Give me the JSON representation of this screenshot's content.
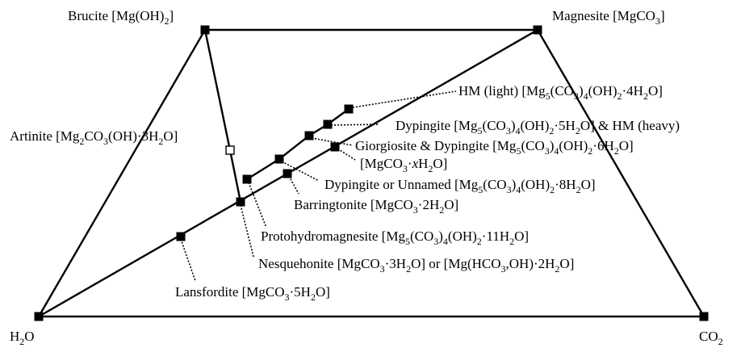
{
  "vertices": {
    "top_left": "Brucite [Mg(OH)₂]",
    "top_right": "Magnesite [MgCO₃]",
    "bottom_left": "H₂O",
    "bottom_right": "CO₂"
  },
  "phases": [
    "HM (light) [Mg₅(CO₃)₄(OH)₂·4H₂O]",
    "Dypingite [Mg₅(CO₃)₄(OH)₂·5H₂O] & HM (heavy)",
    "Giorgiosite & Dypingite [Mg₅(CO₃)₄(OH)₂·6H₂O]",
    "[MgCO₃·xH₂O]",
    "Dypingite or Unnamed [Mg₅(CO₃)₄(OH)₂·8H₂O]",
    "Barringtonite [MgCO₃·2H₂O]",
    "Protohydromagnesite [Mg₅(CO₃)₄(OH)₂·11H₂O]",
    "Nesquehonite [MgCO₃·3H₂O] or [Mg(HCO₃,OH)·2H₂O]",
    "Lansfordite [MgCO₃·5H₂O]",
    "Artinite [Mg₂CO₃(OH)·3H₂O]"
  ]
}
